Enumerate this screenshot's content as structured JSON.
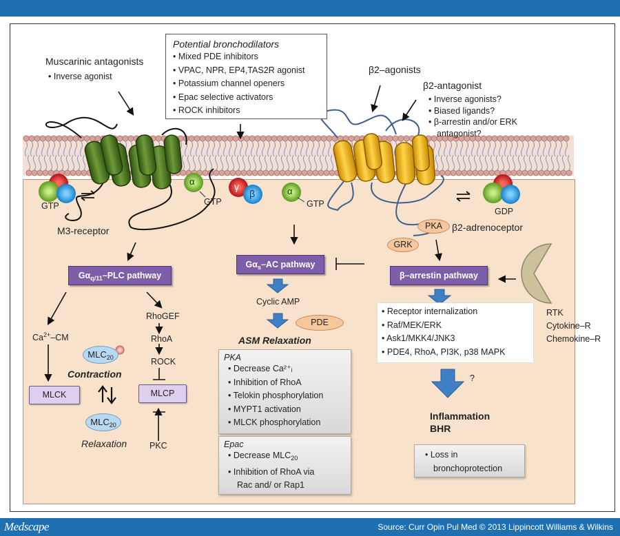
{
  "footer": {
    "brand": "Medscape",
    "source": "Source: Curr Opin Pul Med © 2013 Lippincott Williams & Wilkins"
  },
  "left": {
    "title": "Muscarinic antagonists",
    "bullet": "Inverse agonist",
    "receptor_label": "M3-receptor",
    "gtp1": "GTP",
    "gtp2": "GTP",
    "alpha": "α",
    "pathway": {
      "pre": "Gα",
      "sub": "q/11",
      "post": "–PLC pathway"
    },
    "ca_cm": {
      "pre": "Ca",
      "sup": "2+",
      "post": "–CM"
    },
    "mlck": "MLCK",
    "mlc": "MLC",
    "mlc_sub": "20",
    "contraction": "Contraction",
    "relaxation": "Relaxation",
    "rhogef": "RhoGEF",
    "rhoa": "RhoA",
    "rock": "ROCK",
    "mlcp": "MLCP",
    "pkc": "PKC"
  },
  "potential": {
    "title": "Potential bronchodilators",
    "items": [
      "Mixed PDE inhibitors",
      "VPAC, NPR, EP4,TAS2R agonist",
      "Potassium channel openers",
      "Epac selective activators",
      "ROCK inhibitors"
    ]
  },
  "middle": {
    "gamma": "γ",
    "beta": "β",
    "alpha": "α",
    "gtp": "GTP",
    "pathway": {
      "pre": "Gα",
      "sub": "s",
      "post": "–AC pathway"
    },
    "camp": "Cyclic AMP",
    "pde": "PDE",
    "asm": "ASM Relaxation",
    "pka_title": "PKA",
    "pka_items": [
      "Decrease Ca²⁺ᵢ",
      "Inhibition of RhoA",
      "Telokin phosphorylation",
      "MYPT1 activation",
      "MLCK phosphorylation"
    ],
    "epac_title": "Epac",
    "epac_item1": {
      "pre": "Decrease MLC",
      "sub": "20"
    },
    "epac_item2": "Inhibition of RhoA via",
    "epac_item2b": "Rac and/ or Rap1"
  },
  "right": {
    "agonists": "β2–agonists",
    "antagonist": "β2-antagonist",
    "ant_items": [
      "Inverse agonists?",
      "Biased ligands?",
      "β-arrestin and/or ERK"
    ],
    "ant_item3b": "antagonist?",
    "gdp": "GDP",
    "pka": "PKA",
    "grk": "GRK",
    "receptor_label": "β2-adrenoceptor",
    "pathway": "β–arrestin pathway",
    "effects": [
      "Receptor internalization",
      "Raf/MEK/ERK",
      "Ask1/MKK4/JNK3",
      "PDE4, RhoA, PI3K, p38 MAPK"
    ],
    "question": "?",
    "inflammation": "Inflammation",
    "bhr": "BHR",
    "loss": "Loss in",
    "loss2": "bronchoprotection",
    "rtk": [
      "RTK",
      "Cytokine–R",
      "Chemokine–R"
    ]
  },
  "colors": {
    "header": "#1f6fb3",
    "cell": "#f8e2cb",
    "membrane": "#d7a39a",
    "m3": "#4e7a1f",
    "b2": "#f2b51c",
    "pathway": "#7e5ea8",
    "mlc": "#b8d9f2",
    "arrow_blue": "#3f7fc6",
    "rtk": "#cbc29d"
  }
}
